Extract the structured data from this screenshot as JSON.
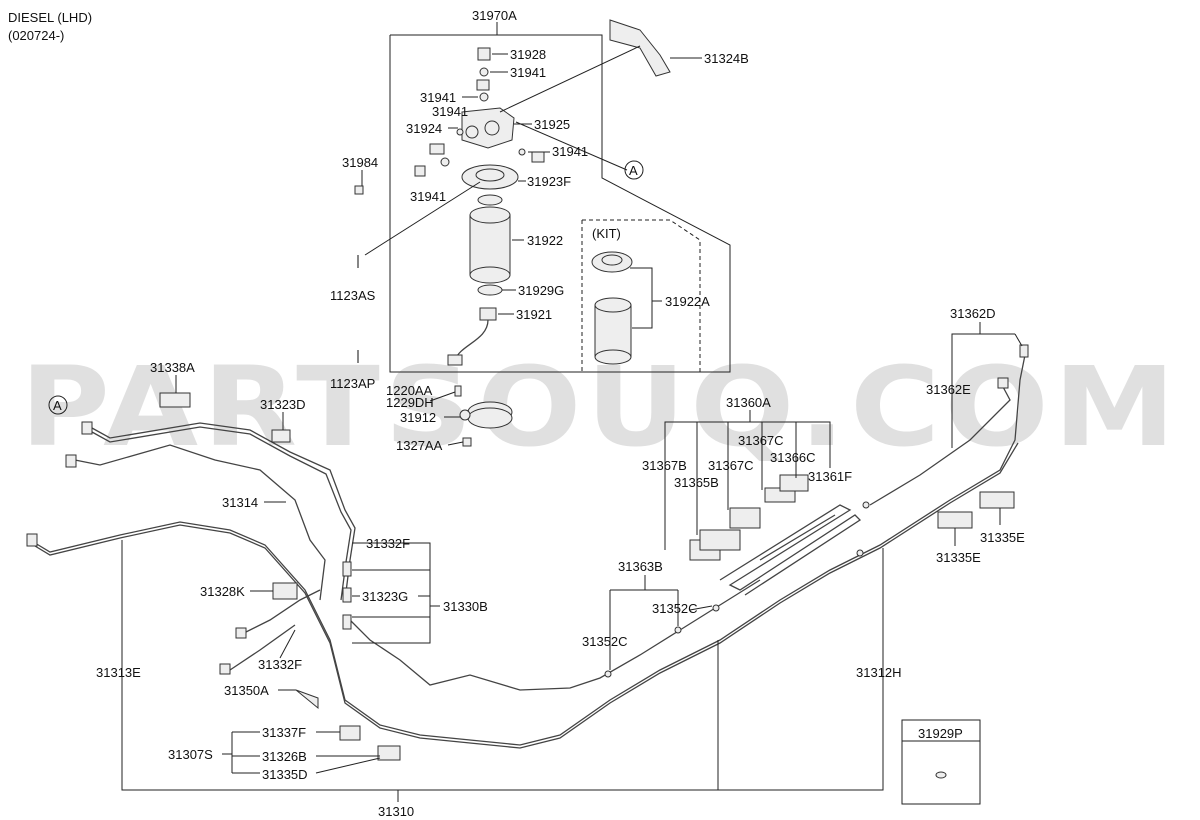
{
  "header": {
    "line1": "DIESEL (LHD)",
    "line2": "(020724-)"
  },
  "watermark": "PARTSOUQ.COM",
  "labels": {
    "p31970A": "31970A",
    "p31928": "31928",
    "p31941a": "31941",
    "p31324B": "31324B",
    "p31941b": "31941",
    "p31941c": "31941",
    "p31924": "31924",
    "p31925": "31925",
    "p31941d": "31941",
    "p31984": "31984",
    "p31941e": "31941",
    "p31923F": "31923F",
    "p31922": "31922",
    "kit": "(KIT)",
    "p31922A": "31922A",
    "p1123AS": "1123AS",
    "p31929G": "31929G",
    "p31921": "31921",
    "p1123AP": "1123AP",
    "p1220AA": "1220AA",
    "p1229DH": "1229DH",
    "p31912": "31912",
    "p1327AA": "1327AA",
    "p31338A": "31338A",
    "p31323D": "31323D",
    "p31314": "31314",
    "p31332Fa": "31332F",
    "p31323G": "31323G",
    "p31330B": "31330B",
    "p31328K": "31328K",
    "p31332Fb": "31332F",
    "p31313E": "31313E",
    "p31350A": "31350A",
    "p31337F": "31337F",
    "p31307S": "31307S",
    "p31326B": "31326B",
    "p31335D": "31335D",
    "p31310": "31310",
    "p31360A": "31360A",
    "p31367Ca": "31367C",
    "p31367B": "31367B",
    "p31367Cb": "31367C",
    "p31366C": "31366C",
    "p31365B": "31365B",
    "p31361F": "31361F",
    "p31362D": "31362D",
    "p31362E": "31362E",
    "p31335Ea": "31335E",
    "p31335Eb": "31335E",
    "p31363B": "31363B",
    "p31352Ca": "31352C",
    "p31352Cb": "31352C",
    "p31312H": "31312H",
    "p31929P": "31929P",
    "refA1": "A",
    "refA2": "A"
  }
}
